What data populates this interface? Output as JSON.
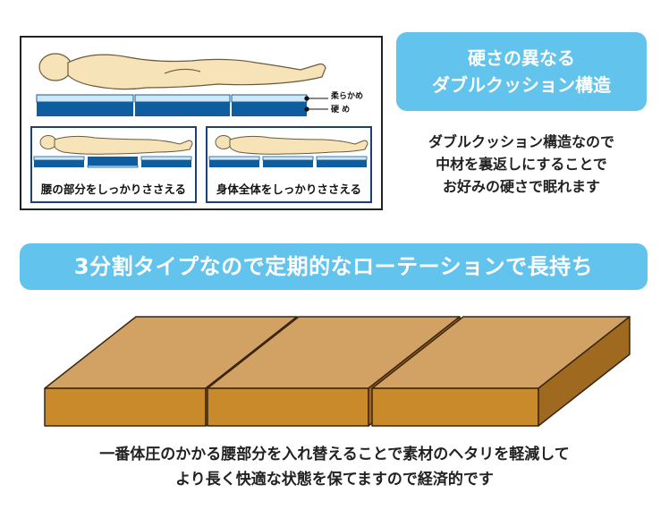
{
  "diagram": {
    "label_soft": "柔らかめ",
    "label_hard": "硬 め",
    "caption_waist": "腰の部分をしっかりささえる",
    "caption_body": "身体全体をしっかりささえる"
  },
  "title": {
    "line1": "硬さの異なる",
    "line2": "ダブルクッション構造"
  },
  "description": {
    "line1": "ダブルクッション構造なので",
    "line2": "中材を裏返しにすることで",
    "line3": "お好みの硬さで眠れます"
  },
  "banner": {
    "text": "3分割タイプなので定期的なローテーションで長持ち"
  },
  "bottom": {
    "line1": "一番体圧のかかる腰部分を入れ替えることで素材のヘタリを軽減して",
    "line2": "より長く快適な状態を保てますので経済的です"
  },
  "colors": {
    "accent_blue": "#62c3ec",
    "foam_dark": "#0e5e9f",
    "foam_light": "#cfe8f7",
    "panel_border": "#1f3f7a",
    "body_skin": "#f7e3b8",
    "block_top": "#d2a164",
    "block_front": "#c98a2c",
    "block_side": "#a06920"
  }
}
